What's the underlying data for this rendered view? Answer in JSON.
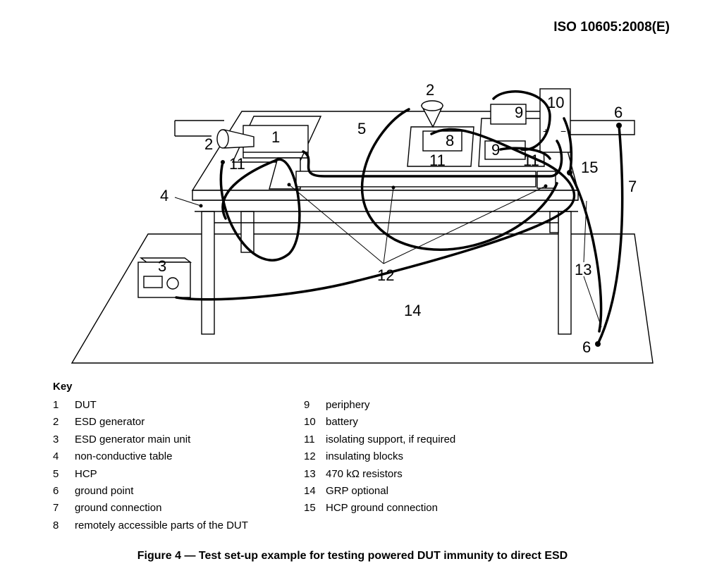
{
  "header": {
    "doc_id": "ISO 10605:2008(E)"
  },
  "figure": {
    "labels": {
      "n1": "1",
      "n2a": "2",
      "n2b": "2",
      "n3": "3",
      "n4": "4",
      "n5": "5",
      "n6a": "6",
      "n6b": "6",
      "n7": "7",
      "n8": "8",
      "n9a": "9",
      "n9b": "9",
      "n10": "10",
      "n11a": "11",
      "n11b": "11",
      "n11c": "11",
      "n12": "12",
      "n13": "13",
      "n14": "14",
      "n15": "15",
      "plus": "+",
      "minus": "−"
    }
  },
  "key": {
    "title": "Key",
    "left": [
      {
        "num": "1",
        "text": "DUT"
      },
      {
        "num": "2",
        "text": "ESD generator"
      },
      {
        "num": "3",
        "text": "ESD generator main unit"
      },
      {
        "num": "4",
        "text": "non-conductive table"
      },
      {
        "num": "5",
        "text": "HCP"
      },
      {
        "num": "6",
        "text": "ground point"
      },
      {
        "num": "7",
        "text": "ground connection"
      },
      {
        "num": "8",
        "text": "remotely accessible parts of the DUT"
      }
    ],
    "right": [
      {
        "num": "9",
        "text": "periphery"
      },
      {
        "num": "10",
        "text": "battery"
      },
      {
        "num": "11",
        "text": "isolating support, if required"
      },
      {
        "num": "12",
        "text": "insulating blocks"
      },
      {
        "num": "13",
        "text": "470 kΩ resistors"
      },
      {
        "num": "14",
        "text": "GRP optional"
      },
      {
        "num": "15",
        "text": "HCP ground connection"
      }
    ]
  },
  "caption": "Figure 4 — Test set-up example for testing powered DUT immunity to direct ESD"
}
